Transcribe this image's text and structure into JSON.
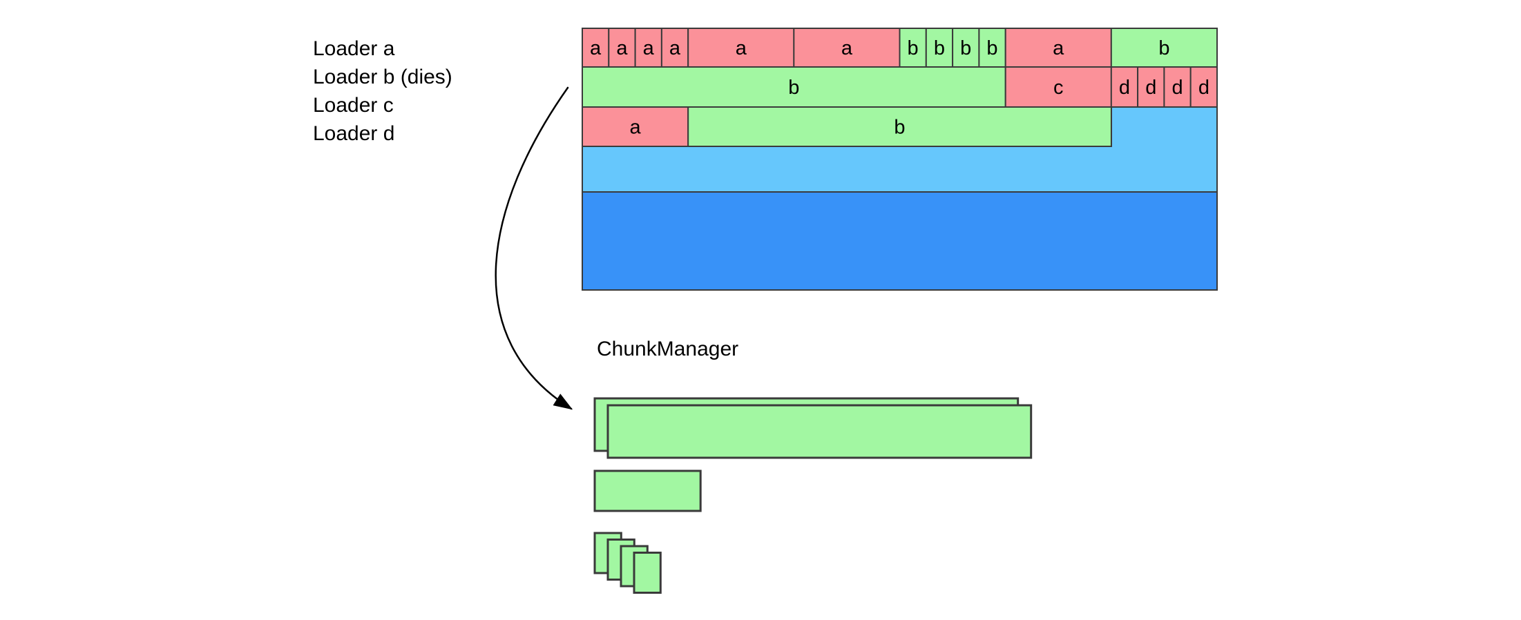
{
  "loaders": [
    "Loader a",
    "Loader b (dies)",
    "Loader c",
    "Loader d"
  ],
  "chunk_manager": {
    "title": "ChunkManager",
    "stacks": [
      {
        "name": "chunk-stack-large",
        "count": 2,
        "width_slots": 16
      },
      {
        "name": "chunk-single-medium",
        "count": 1,
        "width_slots": 4
      },
      {
        "name": "chunk-cascade-small",
        "count": 4,
        "width_slots": 1
      }
    ]
  },
  "memory_map": {
    "slot_count": 24,
    "rows": [
      {
        "name": "row-1",
        "blocks": [
          {
            "label": "a",
            "span": 1,
            "color": "loader_red"
          },
          {
            "label": "a",
            "span": 1,
            "color": "loader_red"
          },
          {
            "label": "a",
            "span": 1,
            "color": "loader_red"
          },
          {
            "label": "a",
            "span": 1,
            "color": "loader_red"
          },
          {
            "label": "a",
            "span": 4,
            "color": "loader_red"
          },
          {
            "label": "a",
            "span": 4,
            "color": "loader_red"
          },
          {
            "label": "b",
            "span": 1,
            "color": "chunk_green"
          },
          {
            "label": "b",
            "span": 1,
            "color": "chunk_green"
          },
          {
            "label": "b",
            "span": 1,
            "color": "chunk_green"
          },
          {
            "label": "b",
            "span": 1,
            "color": "chunk_green"
          },
          {
            "label": "a",
            "span": 4,
            "color": "loader_red"
          },
          {
            "label": "b",
            "span": 4,
            "color": "chunk_green"
          }
        ]
      },
      {
        "name": "row-2",
        "blocks": [
          {
            "label": "b",
            "span": 16,
            "color": "chunk_green"
          },
          {
            "label": "c",
            "span": 4,
            "color": "loader_red"
          },
          {
            "label": "d",
            "span": 1,
            "color": "loader_red"
          },
          {
            "label": "d",
            "span": 1,
            "color": "loader_red"
          },
          {
            "label": "d",
            "span": 1,
            "color": "loader_red"
          },
          {
            "label": "d",
            "span": 1,
            "color": "loader_red"
          }
        ]
      },
      {
        "name": "row-3",
        "blocks": [
          {
            "label": "a",
            "span": 4,
            "color": "loader_red"
          },
          {
            "label": "b",
            "span": 16,
            "color": "chunk_green"
          }
        ]
      }
    ]
  },
  "colors": {
    "loader_red": "#FB9199",
    "chunk_green": "#A2F7A2",
    "free_light_blue": "#66C7FC",
    "reserved_dark_blue": "#3892F8",
    "border": "#3A3A3A",
    "arrow": "#000000",
    "label_text": "#000000"
  }
}
